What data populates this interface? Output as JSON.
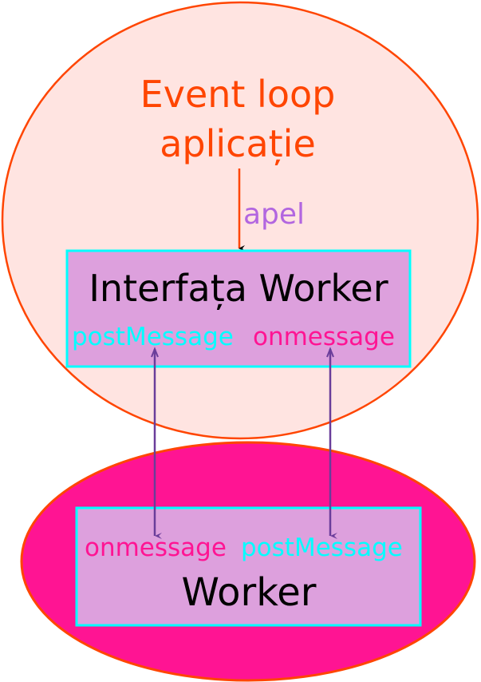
{
  "event_loop": {
    "title_line1": "Event loop",
    "title_line2": "aplicație",
    "call_label": "apel",
    "fill": "#ffe4e1",
    "stroke": "#ff4500",
    "title_color": "#ff4500",
    "call_label_color": "#b266e0"
  },
  "worker_interface": {
    "title": "Interfața Worker",
    "post_message": "postMessage",
    "on_message": "onmessage",
    "fill": "#dda0dd",
    "stroke": "#00ffff"
  },
  "worker": {
    "on_message": "onmessage",
    "post_message": "postMessage",
    "title": "Worker",
    "ellipse_fill": "#ff1493",
    "ellipse_stroke": "#ff4500",
    "box_fill": "#dda0dd",
    "box_stroke": "#00ffff"
  },
  "colors": {
    "post_message_text": "#00ffff",
    "on_message_text": "#ff1493",
    "arrow": "#6a3d9a",
    "call_arrow": "#ff4500",
    "title_text": "#000000"
  }
}
